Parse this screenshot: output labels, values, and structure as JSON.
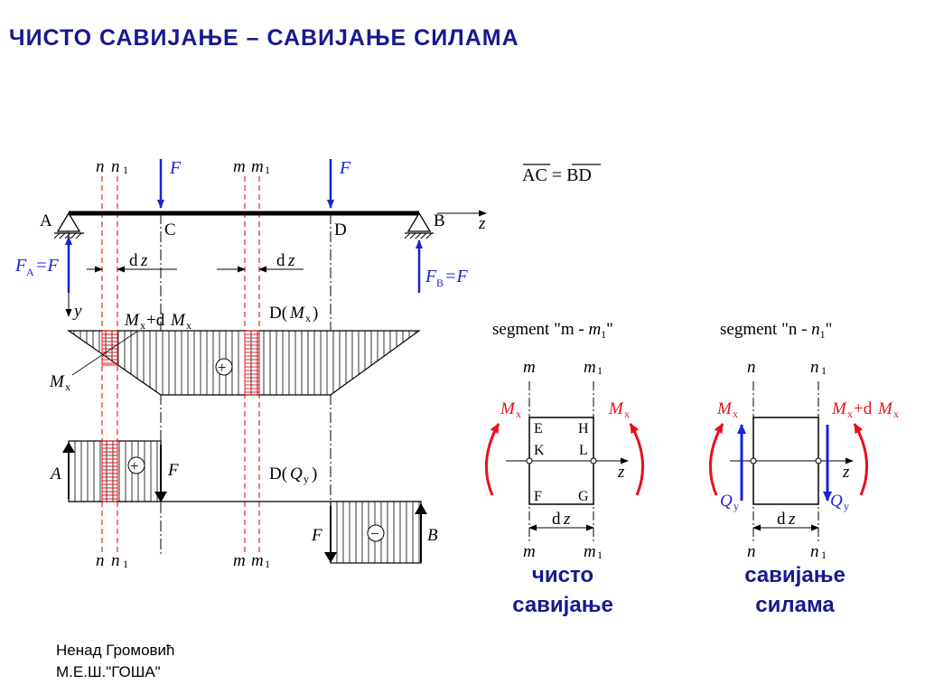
{
  "title": "ЧИСТО САВИЈАЊЕ – САВИЈАЊЕ СИЛАМА",
  "equation": "AC = BD",
  "beam": {
    "point_A": "A",
    "point_B": "B",
    "point_C": "C",
    "point_D": "D",
    "axis_z": "z",
    "axis_y": "y",
    "force": "F",
    "reaction_A_sym": "F",
    "reaction_A_sub": "A",
    "reaction_A_rhs": "=F",
    "reaction_B_sym": "F",
    "reaction_B_sub": "B",
    "reaction_B_rhs": "=F",
    "section_n": "n",
    "section_n1": "n",
    "section_m": "m",
    "section_m1": "m",
    "sub_1": "1",
    "dz_d": "d",
    "dz_z": "z"
  },
  "moment_diagram": {
    "label_D": "D(",
    "label_M": "M",
    "label_x": "x",
    "label_close": ")",
    "label_Mx": "M",
    "label_Mx_sub": "x",
    "label_dM_M": "M",
    "label_dM_plus": "+d",
    "label_dM_M2": "M",
    "sign": "+"
  },
  "shear_diagram": {
    "label_D": "D(",
    "label_Q": "Q",
    "label_y": "y",
    "label_close": ")",
    "label_A": "A",
    "label_B": "B",
    "label_F1": "F",
    "label_F2": "F",
    "sign_pos": "+",
    "sign_neg": "−"
  },
  "segment_mm": {
    "heading_pre": "segment \"m",
    "heading_dash": " - ",
    "heading_m": "m",
    "heading_sub": "1",
    "heading_post": "\"",
    "m": "m",
    "m1": "m",
    "sub_1": "1",
    "corner_E": "E",
    "corner_H": "H",
    "corner_K": "K",
    "corner_L": "L",
    "corner_F": "F",
    "corner_G": "G",
    "moment": "M",
    "moment_sub": "x",
    "axis_z": "z",
    "dz_d": "d",
    "dz_z": "z"
  },
  "segment_nn": {
    "heading_pre": "segment \"n",
    "heading_dash": " - ",
    "heading_n": "n",
    "heading_sub": "1",
    "heading_post": "\"",
    "n": "n",
    "n1": "n",
    "sub_1": "1",
    "moment_left": "M",
    "moment_left_sub": "x",
    "moment_right": "M",
    "moment_right_sub": "x",
    "moment_right_mid": "+d",
    "moment_right_M2": "M",
    "shear": "Q",
    "shear_sub": "y",
    "axis_z": "z",
    "dz_d": "d",
    "dz_z": "z"
  },
  "captions": {
    "left_line1": "чисто",
    "left_line2": "савијање",
    "right_line1": "савијање",
    "right_line2": "силама"
  },
  "author": {
    "name": "Ненад Громовић",
    "school": "М.Е.Ш.\"ГОША\""
  },
  "colors": {
    "title": "#17198f",
    "force_arrow": "#1a22d6",
    "moment_arrow": "#e8101a",
    "section_line": "#e8101a",
    "hatch_red": "#e8101a"
  }
}
